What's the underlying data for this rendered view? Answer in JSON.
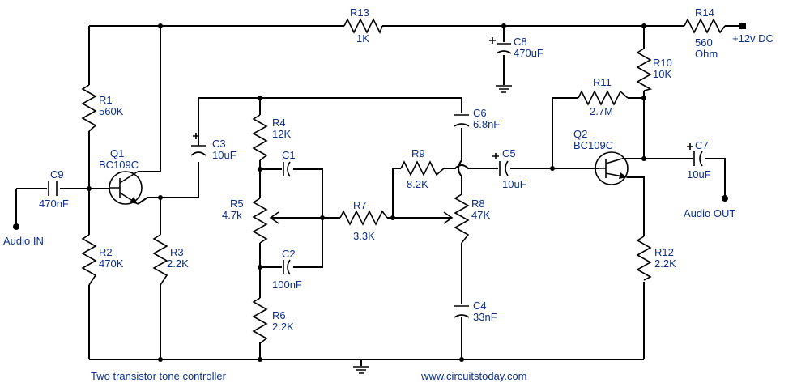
{
  "title": "Two transistor tone controller",
  "website": "www.circuitstoday.com",
  "supply": "+12v DC",
  "input_label": "Audio IN",
  "output_label": "Audio OUT",
  "colors": {
    "label": "#0b2f8c",
    "wire": "#000000",
    "background": "#ffffff"
  },
  "components": {
    "R1": {
      "name": "R1",
      "value": "560K"
    },
    "R2": {
      "name": "R2",
      "value": "470K"
    },
    "R3": {
      "name": "R3",
      "value": "2.2K"
    },
    "R4": {
      "name": "R4",
      "value": "12K"
    },
    "R5": {
      "name": "R5",
      "value": "4.7k"
    },
    "R6": {
      "name": "R6",
      "value": "2.2K"
    },
    "R7": {
      "name": "R7",
      "value": "3.3K"
    },
    "R8": {
      "name": "R8",
      "value": "47K"
    },
    "R9": {
      "name": "R9",
      "value": "8.2K"
    },
    "R10": {
      "name": "R10",
      "value": "10K"
    },
    "R11": {
      "name": "R11",
      "value": "2.7M"
    },
    "R12": {
      "name": "R12",
      "value": "2.2K"
    },
    "R13": {
      "name": "R13",
      "value": "1K"
    },
    "R14": {
      "name": "R14",
      "value": "560",
      "value2": "Ohm"
    },
    "C1": {
      "name": "C1"
    },
    "C2": {
      "name": "C2",
      "value": "100nF"
    },
    "C3": {
      "name": "C3",
      "value": "10uF"
    },
    "C4": {
      "name": "C4",
      "value": "33nF"
    },
    "C5": {
      "name": "C5",
      "value": "10uF"
    },
    "C6": {
      "name": "C6",
      "value": "6.8nF"
    },
    "C7": {
      "name": "C7",
      "value": "10uF"
    },
    "C8": {
      "name": "C8",
      "value": "470uF"
    },
    "C9": {
      "name": "C9",
      "value": "470nF"
    },
    "Q1": {
      "name": "Q1",
      "value": "BC109C"
    },
    "Q2": {
      "name": "Q2",
      "value": "BC109C"
    }
  }
}
